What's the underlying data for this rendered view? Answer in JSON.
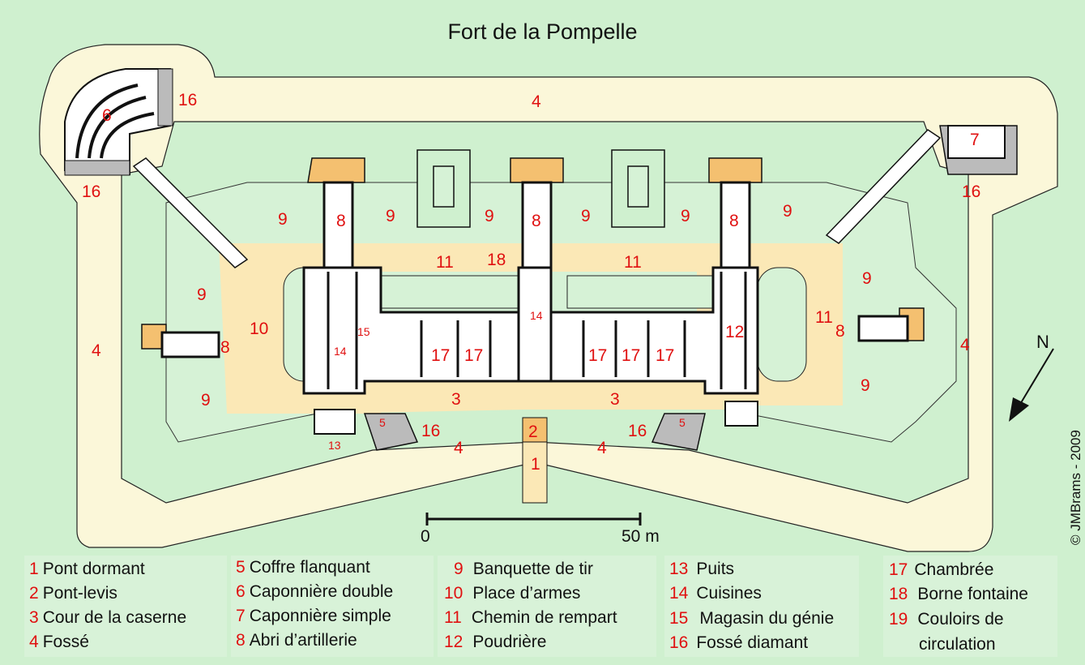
{
  "title": "Fort de la Pompelle",
  "credit": "© JMBrams - 2009",
  "scale": {
    "start": "0",
    "end": "50 m"
  },
  "compass": {
    "label": "N",
    "icon": "north-arrow-icon"
  },
  "colors": {
    "background": "#cff0cf",
    "ditch": "#fbf7d9",
    "rampart": "#fbe8b6",
    "masonry": "#f4c070",
    "building": "#ffffff",
    "wall": "#111111",
    "label": "#e01010"
  },
  "plan_labels": {
    "l1": "1",
    "l2": "2",
    "l3a": "3",
    "l3b": "3",
    "l4a": "4",
    "l4b": "4",
    "l4c": "4",
    "l4d": "4",
    "l4e": "4",
    "l5a": "5",
    "l5b": "5",
    "l6": "6",
    "l7": "7",
    "l8a": "8",
    "l8b": "8",
    "l8c": "8",
    "l8d": "8",
    "l8e": "8",
    "l9a": "9",
    "l9b": "9",
    "l9c": "9",
    "l9d": "9",
    "l9e": "9",
    "l9f": "9",
    "l9g": "9",
    "l9h": "9",
    "l9i": "9",
    "l9j": "9",
    "l10": "10",
    "l11a": "11",
    "l11b": "11",
    "l11c": "11",
    "l12": "12",
    "l13": "13",
    "l14a": "14",
    "l14b": "14",
    "l15": "15",
    "l16a": "16",
    "l16b": "16",
    "l16c": "16",
    "l16d": "16",
    "l16e": "16",
    "l17a": "17",
    "l17b": "17",
    "l17c": "17",
    "l17d": "17",
    "l17e": "17",
    "l18": "18"
  },
  "legend": [
    {
      "num": "1",
      "text": "Pont dormant"
    },
    {
      "num": "2",
      "text": "Pont-levis"
    },
    {
      "num": "3",
      "text": "Cour de la caserne"
    },
    {
      "num": "4",
      "text": "Fossé"
    },
    {
      "num": "5",
      "text": "Coffre flanquant"
    },
    {
      "num": "6",
      "text": "Caponnière double"
    },
    {
      "num": "7",
      "text": "Caponnière simple"
    },
    {
      "num": "8",
      "text": "Abri d’artillerie"
    },
    {
      "num": "9",
      "text": "Banquette de tir"
    },
    {
      "num": "10",
      "text": "Place d’armes"
    },
    {
      "num": "11",
      "text": "Chemin de rempart"
    },
    {
      "num": "12",
      "text": "Poudrière"
    },
    {
      "num": "13",
      "text": "Puits"
    },
    {
      "num": "14",
      "text": "Cuisines"
    },
    {
      "num": "15",
      "text": "Magasin du génie"
    },
    {
      "num": "16",
      "text": "Fossé diamant"
    },
    {
      "num": "17",
      "text": "Chambrée"
    },
    {
      "num": "18",
      "text": "Borne fontaine"
    },
    {
      "num": "19",
      "text": "Couloirs de"
    },
    {
      "num": "",
      "text": "circulation"
    }
  ]
}
